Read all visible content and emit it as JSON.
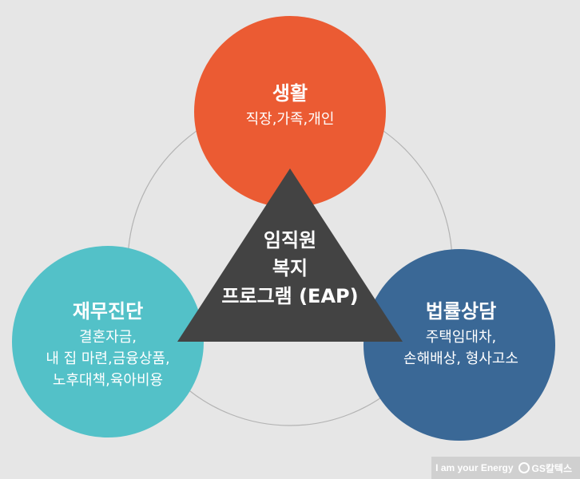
{
  "colors": {
    "background": "#e6e6e6",
    "life": "#eb5b33",
    "finance": "#53c1c8",
    "legal": "#3a6896",
    "center": "#434343",
    "ring": "#b3b3b3"
  },
  "center": {
    "line1": "임직원",
    "line2": "복지",
    "line3": "프로그램 (EAP)"
  },
  "nodes": {
    "life": {
      "title": "생활",
      "sub1": "직장,가족,개인"
    },
    "finance": {
      "title": "재무진단",
      "sub1": "결혼자금,",
      "sub2": "내 집 마련,금융상품,",
      "sub3": "노후대책,육아비용"
    },
    "legal": {
      "title": "법률상담",
      "sub1": "주택임대차,",
      "sub2": "손해배상, 형사고소"
    }
  },
  "brand": {
    "slogan": "I am your Energy",
    "logo_text": "GS칼텍스",
    "logo_icon": "gs-caltex-logo-icon"
  }
}
